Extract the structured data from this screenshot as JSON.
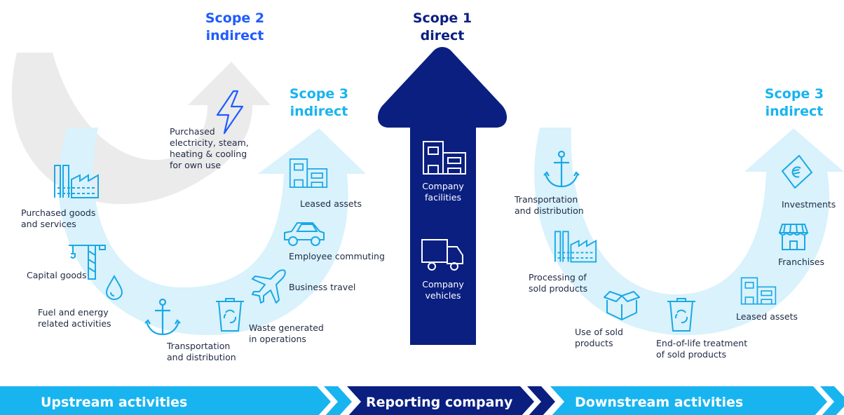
{
  "scope2": {
    "title_line1": "Scope 2",
    "title_line2": "indirect",
    "item": [
      "Purchased",
      "electricity, steam,",
      "heating & cooling",
      "for own use"
    ]
  },
  "scope1": {
    "title_line1": "Scope 1",
    "title_line2": "direct",
    "items": [
      [
        "Company",
        "facilities"
      ],
      [
        "Company",
        "vehicles"
      ]
    ]
  },
  "scope3_up": {
    "title_line1": "Scope 3",
    "title_line2": "indirect",
    "items": {
      "purchased_goods": [
        "Purchased goods",
        "and services"
      ],
      "capital_goods": "Capital goods",
      "fuel_energy": [
        "Fuel and energy",
        "related activities"
      ],
      "transportation": [
        "Transportation",
        "and distribution"
      ],
      "waste": [
        "Waste generated",
        "in operations"
      ],
      "business_travel": "Business travel",
      "employee_commuting": "Employee commuting",
      "leased_assets": "Leased assets"
    }
  },
  "scope3_down": {
    "title_line1": "Scope 3",
    "title_line2": "indirect",
    "items": {
      "transportation": [
        "Transportation",
        "and distribution"
      ],
      "processing": [
        "Processing of",
        "sold products"
      ],
      "use_of_sold": [
        "Use of sold",
        "products"
      ],
      "end_of_life": [
        "End-of-life treatment",
        "of sold products"
      ],
      "leased_assets": "Leased assets",
      "franchises": "Franchises",
      "investments": "Investments"
    }
  },
  "bar": {
    "upstream": "Upstream activities",
    "reporting": "Reporting company",
    "downstream": "Downstream activities"
  },
  "colors": {
    "scope1": "#0a1f80",
    "scope2": "#1f5bff",
    "scope3": "#18b4ef",
    "light_arc": "#d9f2fc",
    "grey_arc": "#ebebeb",
    "icon": "#1aa8e6"
  }
}
